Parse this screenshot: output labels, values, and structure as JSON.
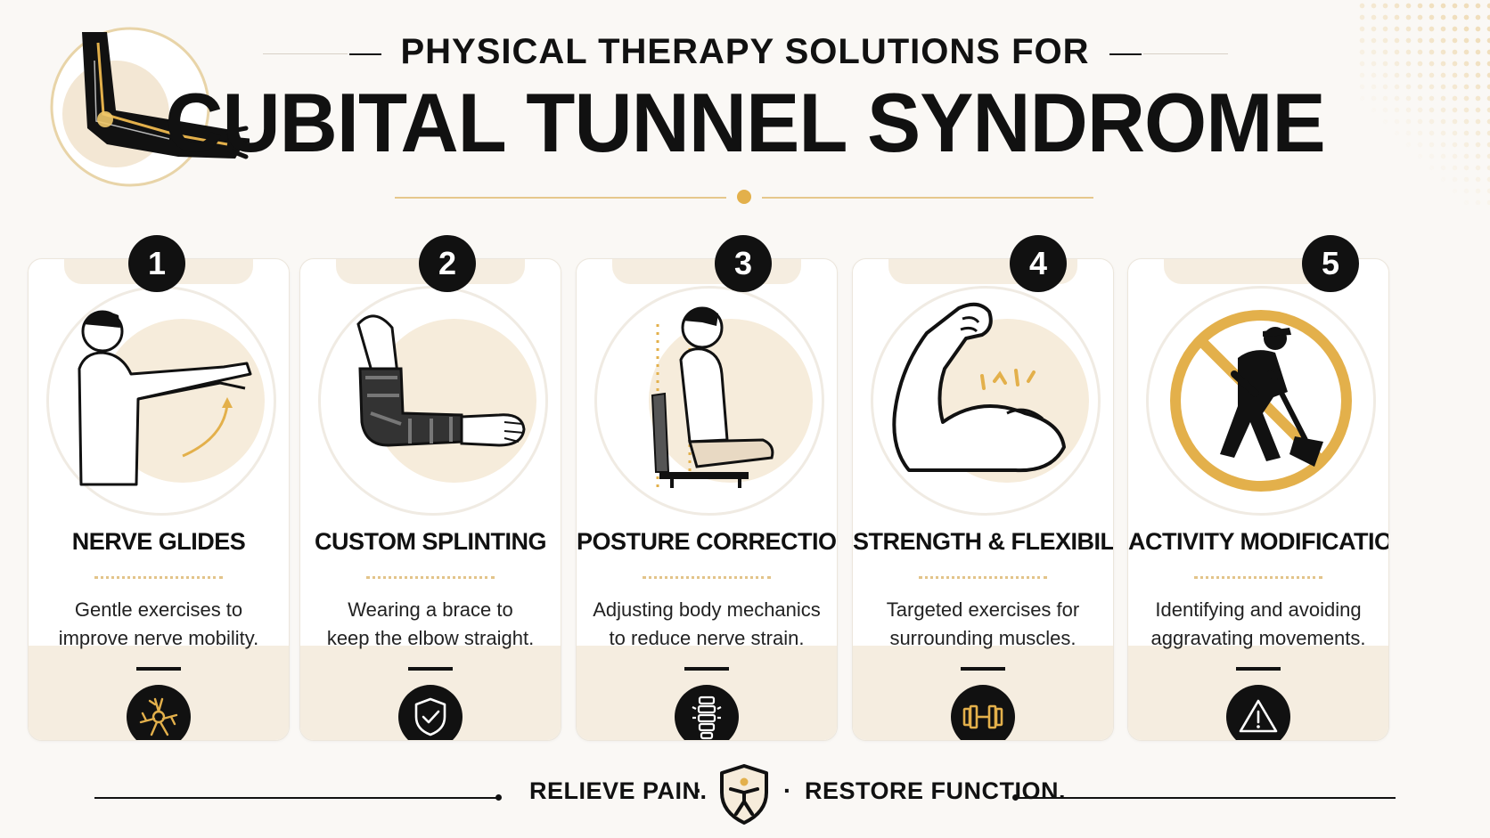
{
  "header": {
    "subtitle": "PHYSICAL THERAPY SOLUTIONS FOR",
    "title": "CUBITAL TUNNEL SYNDROME"
  },
  "colors": {
    "accent": "#e3b04b",
    "dark": "#111111",
    "cream": "#f6ecdb"
  },
  "cards": [
    {
      "number": "1",
      "title": "NERVE GLIDES",
      "line1": "Gentle exercises to",
      "line2": "improve nerve mobility.",
      "icon": "nerve-icon"
    },
    {
      "number": "2",
      "title": "CUSTOM SPLINTING",
      "line1": "Wearing a brace to",
      "line2": "keep the elbow straight.",
      "icon": "shield-check-icon"
    },
    {
      "number": "3",
      "title": "POSTURE CORRECTION",
      "line1": "Adjusting body mechanics",
      "line2": "to reduce nerve strain.",
      "icon": "spine-icon"
    },
    {
      "number": "4",
      "title": "STRENGTH & FLEXIBILITY",
      "line1": "Targeted exercises for",
      "line2": "surrounding muscles.",
      "icon": "dumbbell-icon"
    },
    {
      "number": "5",
      "title": "ACTIVITY MODIFICATION",
      "line1": "Identifying and avoiding",
      "line2": "aggravating movements.",
      "icon": "warning-icon"
    }
  ],
  "footer": {
    "left": "RELIEVE PAIN.",
    "right": "RESTORE FUNCTION.",
    "separator": "·"
  }
}
